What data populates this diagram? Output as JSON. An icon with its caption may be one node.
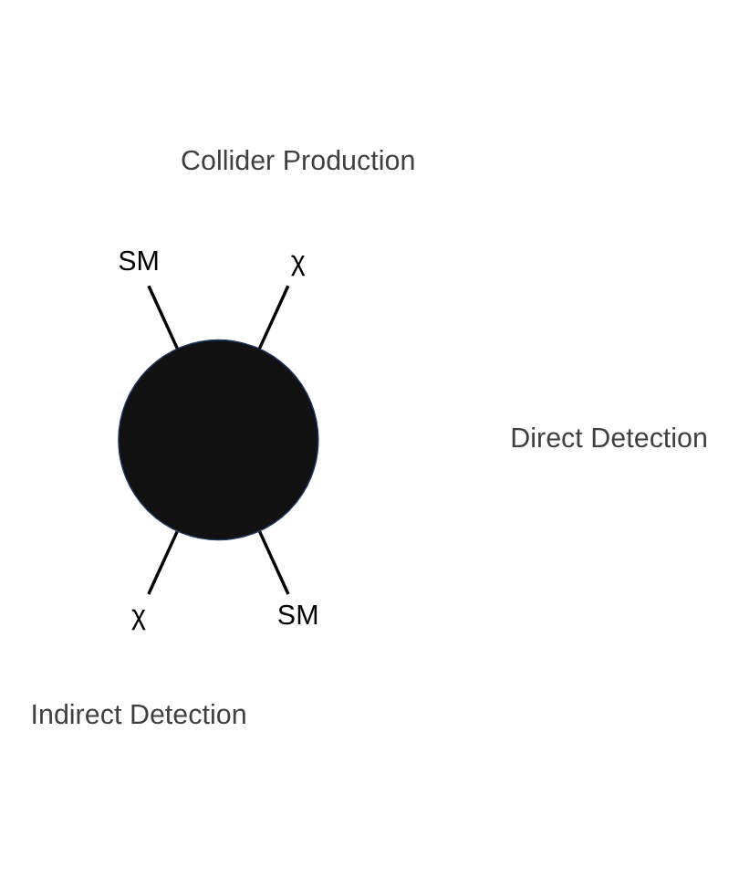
{
  "diagram": {
    "nodes": [
      {
        "text": [
          "χ"
        ]
      },
      {
        "text": [
          "SM"
        ]
      },
      {
        "text": [],
        "shape": "circle"
      },
      {
        "text": [
          "χ"
        ]
      },
      {
        "text": [
          "SM"
        ]
      }
    ],
    "edges": [
      {
        "from": 0,
        "to": 2,
        "arrow": "none"
      },
      {
        "from": 1,
        "to": 2,
        "arrow": "none"
      },
      {
        "from": 2,
        "to": 3,
        "arrow": "none"
      },
      {
        "from": 2,
        "to": 4,
        "arrow": "none"
      }
    ],
    "labels": [
      "Collider Production",
      "Direct Detection",
      "Indirect Detection"
    ]
  }
}
